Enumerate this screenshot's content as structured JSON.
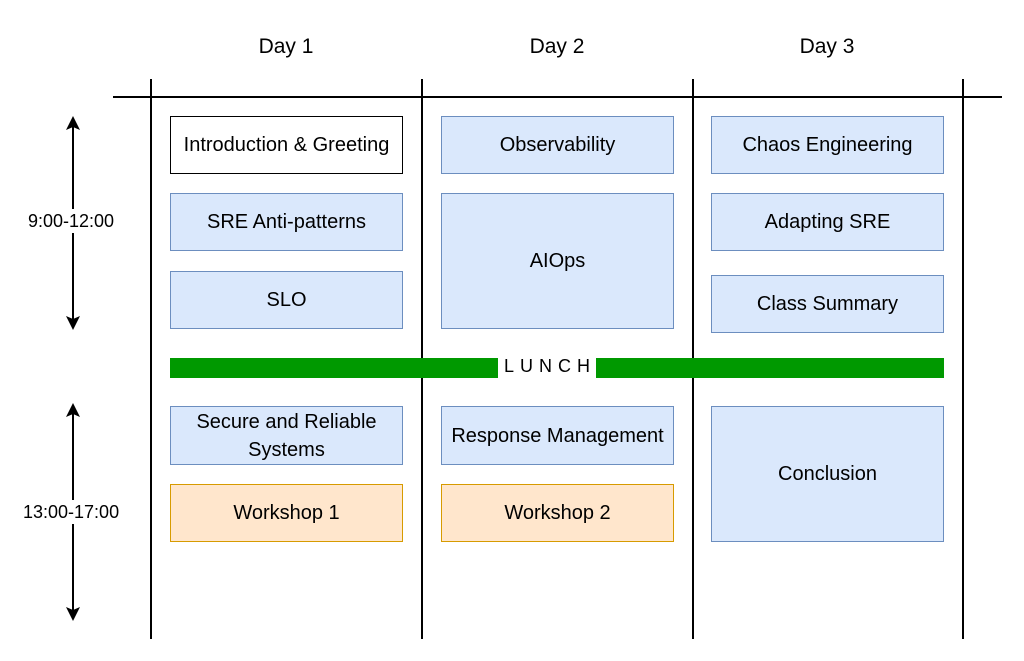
{
  "days": [
    {
      "label": "Day 1"
    },
    {
      "label": "Day 2"
    },
    {
      "label": "Day 3"
    }
  ],
  "time_slots": {
    "morning": "9:00-12:00",
    "afternoon": "13:00-17:00"
  },
  "lunch": {
    "label": "LUNCH",
    "color": "#009900"
  },
  "sessions": {
    "day1": {
      "intro": "Introduction & Greeting",
      "anti_patterns": "SRE Anti-patterns",
      "slo": "SLO",
      "secure_reliable": "Secure and Reliable Systems",
      "workshop": "Workshop 1"
    },
    "day2": {
      "observability": "Observability",
      "aiops": "AIOps",
      "response_management": "Response Management",
      "workshop": "Workshop 2"
    },
    "day3": {
      "chaos": "Chaos Engineering",
      "adapting": "Adapting SRE",
      "summary": "Class Summary",
      "conclusion": "Conclusion"
    }
  },
  "colors": {
    "session_fill": "#dae8fc",
    "session_border": "#6c8ebf",
    "workshop_fill": "#ffe6cc",
    "workshop_border": "#d79b00"
  }
}
